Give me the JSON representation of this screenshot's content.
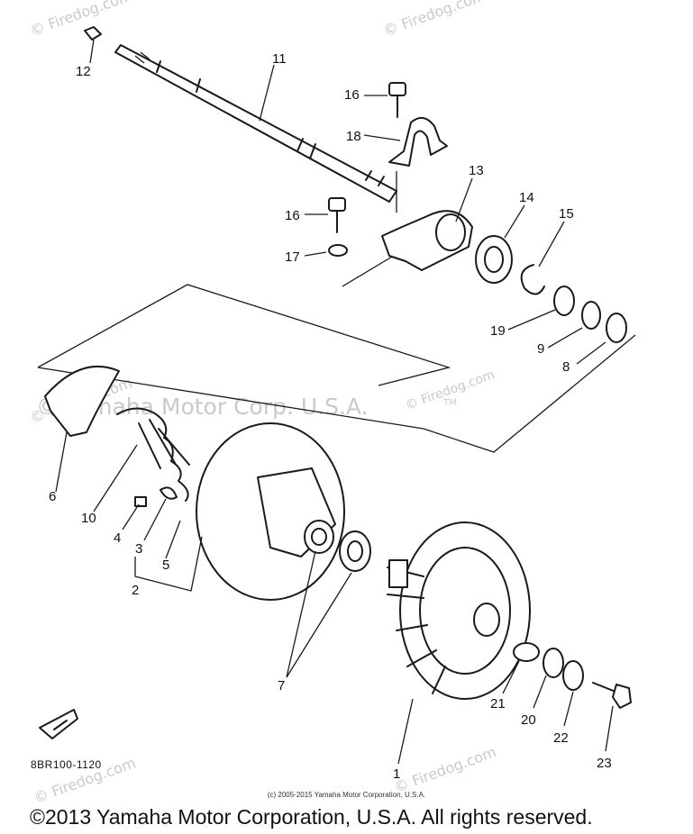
{
  "watermarks": {
    "brand": "© Firedog.com",
    "center": "© Yamaha Motor Corp. U.S.A.",
    "tm": "TM"
  },
  "diagram": {
    "code": "8BR100-1120",
    "small_copyright": "(c) 2005-2015 Yamaha Motor Corporation, U.S.A.",
    "copyright": "©2013 Yamaha Motor Corporation, U.S.A. All rights reserved.",
    "fwd_icon": "forward-arrow-icon",
    "part_numbers": [
      "1",
      "2",
      "3",
      "4",
      "5",
      "6",
      "7",
      "8",
      "9",
      "10",
      "11",
      "12",
      "13",
      "14",
      "15",
      "16",
      "16",
      "17",
      "18",
      "19",
      "20",
      "21",
      "22",
      "23"
    ]
  }
}
